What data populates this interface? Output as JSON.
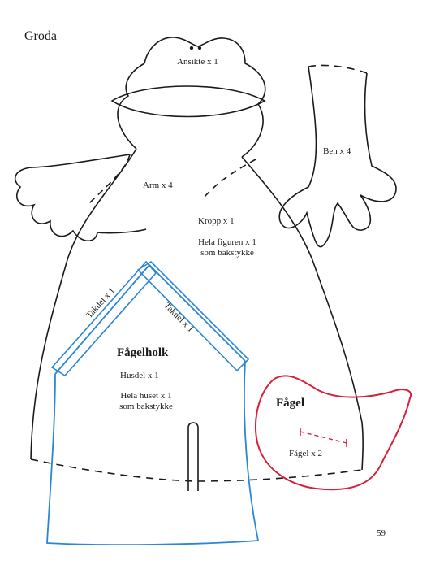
{
  "page": {
    "title": "Groda",
    "page_number": "59"
  },
  "frog": {
    "face_label": "Ansikte x 1",
    "leg_label": "Ben x 4",
    "arm_label": "Arm x 4",
    "body_label": "Kropp x 1",
    "body_note_line1": "Hela figuren x 1",
    "body_note_line2": "som bakstykke"
  },
  "birdhouse": {
    "title": "Fågelholk",
    "roof_left_label": "Takdel x 1",
    "roof_right_label": "Takdel x 1",
    "house_label": "Husdel x 1",
    "house_note_line1": "Hela huset x 1",
    "house_note_line2": "som bakstykke"
  },
  "bird": {
    "title": "Fågel",
    "piece_label": "Fågel x 2"
  },
  "colors": {
    "outline": "#1a1a1a",
    "birdhouse_outline": "#2a86d6",
    "bird_outline": "#d8203a"
  }
}
